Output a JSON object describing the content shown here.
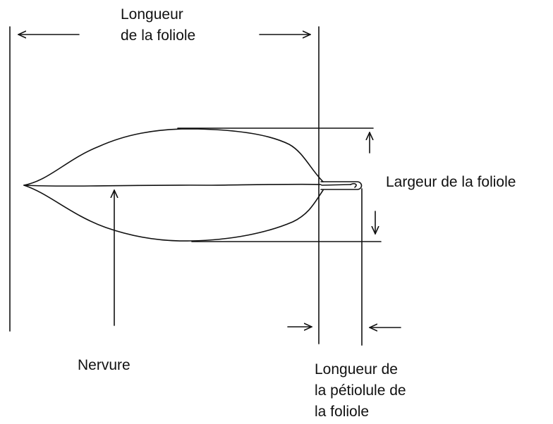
{
  "labels": {
    "leaflet_length": [
      "Longueur",
      "de la foliole"
    ],
    "leaflet_width": "Largeur de la foliole",
    "vein": "Nervure",
    "petiolule_length": [
      "Longueur de",
      "la pétiolule de",
      "la foliole"
    ]
  },
  "colors": {
    "ink": "#111111",
    "background": "#ffffff"
  }
}
